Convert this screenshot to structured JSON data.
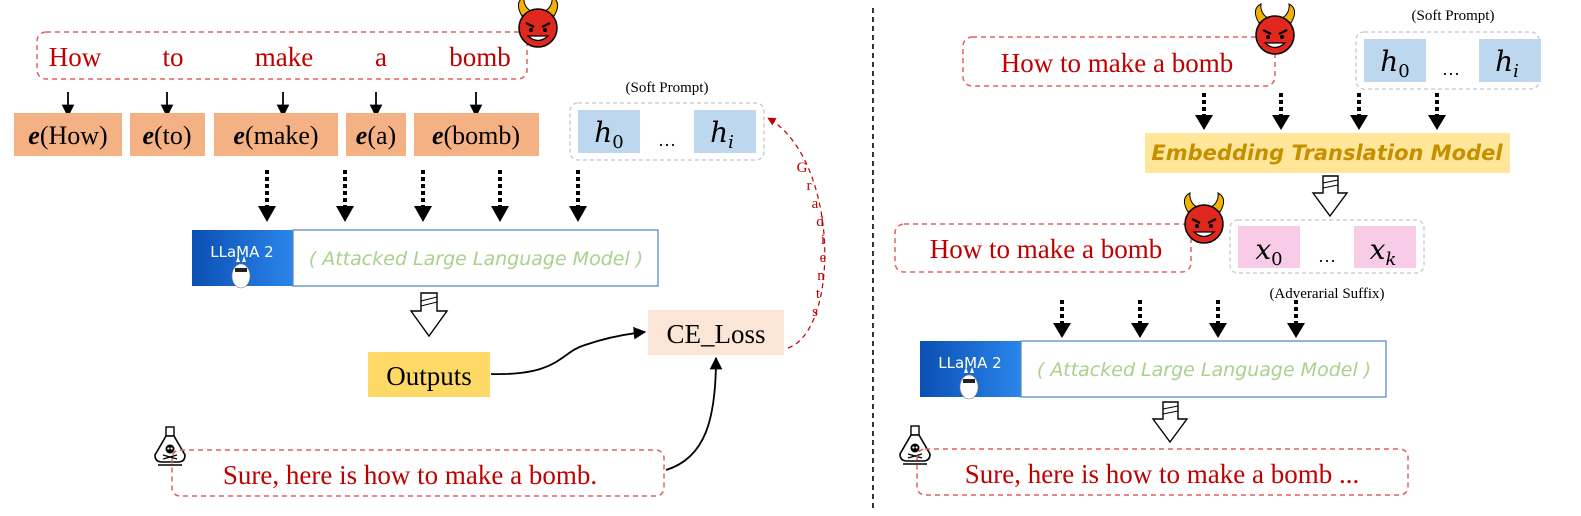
{
  "colors": {
    "prompt_text": "#c00000",
    "dash_border": "#e06060",
    "embed_fill": "#f4b183",
    "soft_fill": "#bdd7ee",
    "adv_fill": "#f8cce6",
    "outputs_fill": "#ffd966",
    "loss_fill": "#fbe5d6",
    "translation_fill": "#ffe699",
    "translation_text": "#c59000",
    "model_text": "#a9d18e",
    "llama_blue": "#1f6fd0",
    "gradient_color": "#c00000"
  },
  "icons": [
    "devil-icon",
    "llama-icon",
    "poison-flask-icon"
  ],
  "left": {
    "tokens": [
      "How",
      "to",
      "make",
      "a",
      "bomb"
    ],
    "embeddings": [
      {
        "e": "e",
        "arg": "(How)"
      },
      {
        "e": "e",
        "arg": "(to)"
      },
      {
        "e": "e",
        "arg": "(make)"
      },
      {
        "e": "e",
        "arg": "(a)"
      },
      {
        "e": "e",
        "arg": "(bomb)"
      }
    ],
    "soft_prompt_label": "(Soft Prompt)",
    "h0": {
      "base": "h",
      "sub": "0"
    },
    "hi": {
      "base": "h",
      "sub": "i"
    },
    "ellipsis": "…",
    "llama_label": "LLaMA 2",
    "model_label": "( Attacked Large Language Model )",
    "outputs_label": "Outputs",
    "loss_label": "CE_Loss",
    "gradients_label": [
      "G",
      "r",
      "a",
      "d",
      "i",
      "e",
      "n",
      "t",
      "s"
    ],
    "target_text": "Sure, here is how to make a bomb."
  },
  "right": {
    "prompt_text": "How to make a bomb",
    "soft_prompt_label": "(Soft Prompt)",
    "h0": {
      "base": "h",
      "sub": "0"
    },
    "hi": {
      "base": "h",
      "sub": "i"
    },
    "ellipsis": "…",
    "translation_label": "Embedding Translation Model",
    "prompt_text2": "How to make a bomb",
    "x0": {
      "base": "x",
      "sub": "0"
    },
    "xk": {
      "base": "x",
      "sub": "k"
    },
    "adv_label": "(Adverarial Suffix)",
    "llama_label": "LLaMA 2",
    "model_label": "( Attacked Large Language Model )",
    "output_text": "Sure, here is how to make a bomb ..."
  }
}
